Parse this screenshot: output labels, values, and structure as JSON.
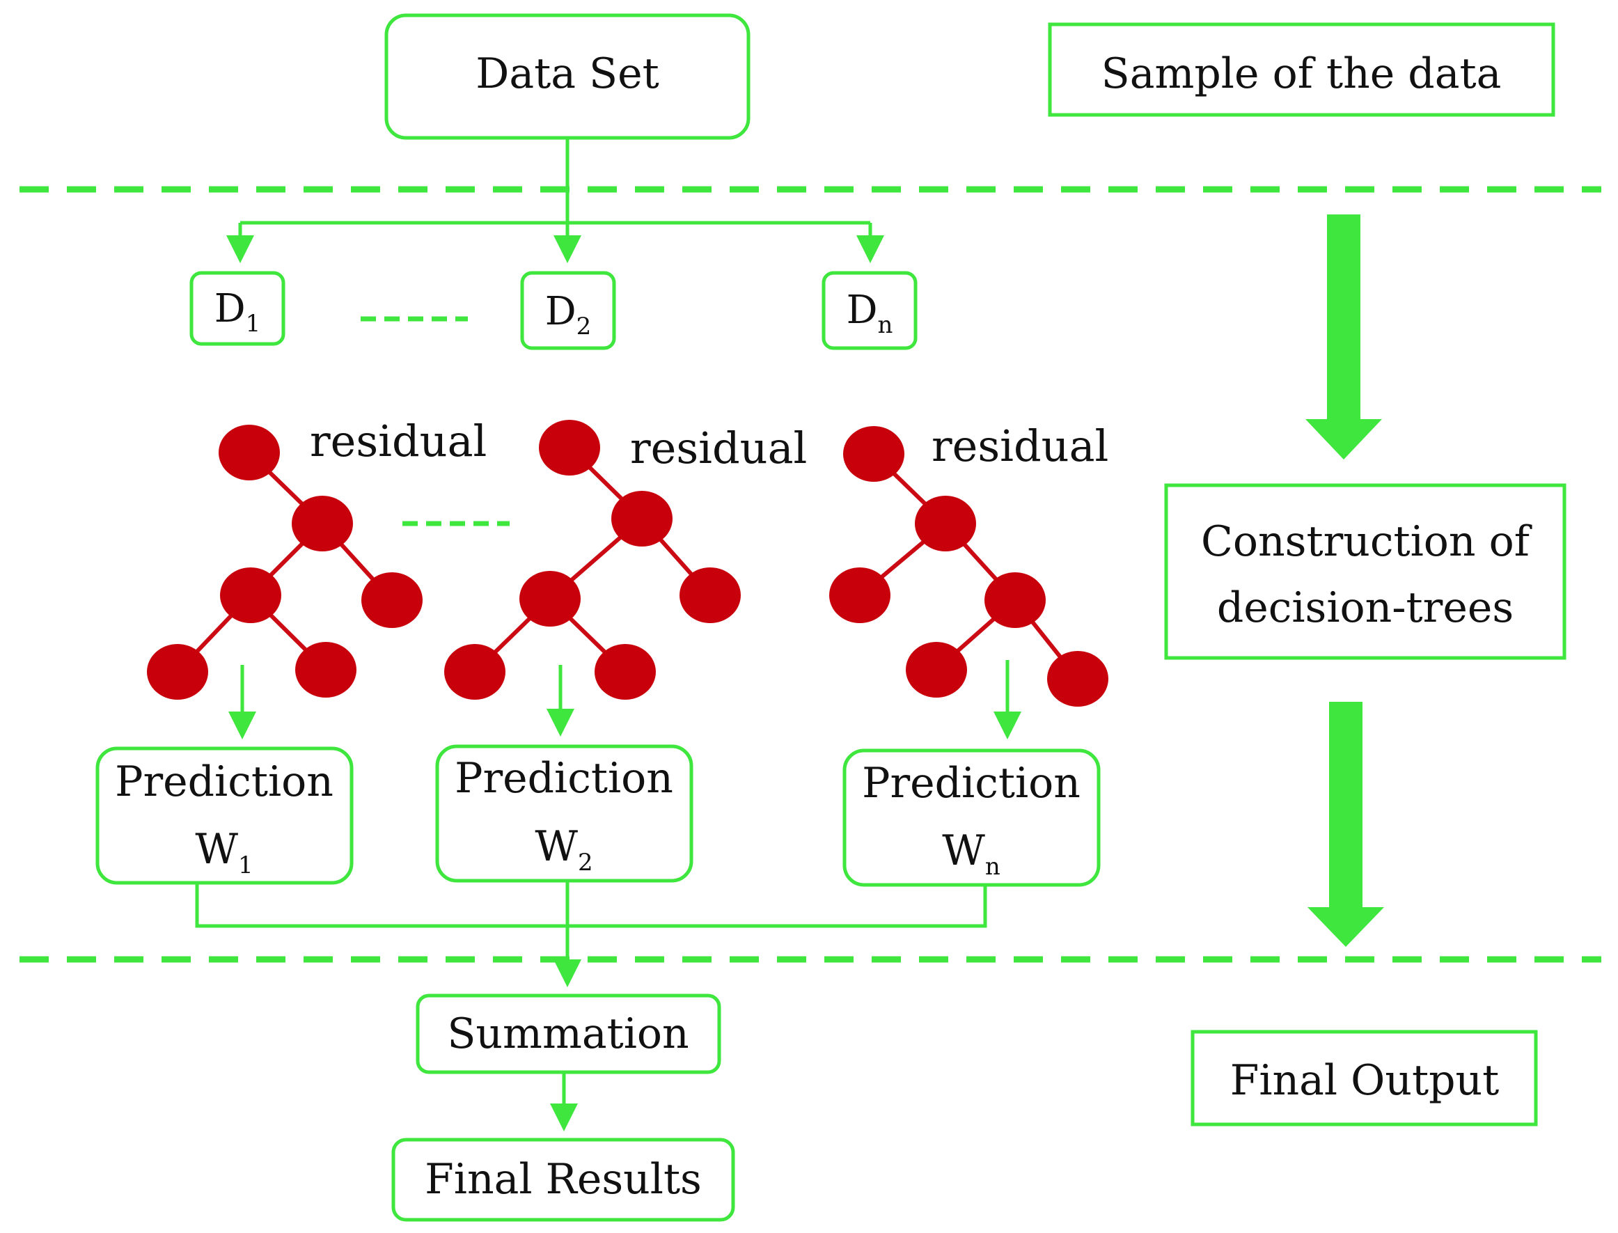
{
  "stages": {
    "sample": "Sample of the data",
    "construction_line1": "Construction of",
    "construction_line2": "decision-trees",
    "final_output": "Final Output"
  },
  "data_set": "Data Set",
  "subsets": [
    {
      "main": "D",
      "sub": "1"
    },
    {
      "main": "D",
      "sub": "2"
    },
    {
      "main": "D",
      "sub": "n"
    }
  ],
  "trees": [
    {
      "label": "residual"
    },
    {
      "label": "residual"
    },
    {
      "label": "residual"
    }
  ],
  "predictions": [
    {
      "title": "Prediction",
      "main": "W",
      "sub": "1"
    },
    {
      "title": "Prediction",
      "main": "W",
      "sub": "2"
    },
    {
      "title": "Prediction",
      "main": "W",
      "sub": "n"
    }
  ],
  "summation": "Summation",
  "final_results": "Final Results",
  "colors": {
    "accent": "#3ee63e",
    "node": "#c8000b",
    "edge": "#cc0a14"
  }
}
